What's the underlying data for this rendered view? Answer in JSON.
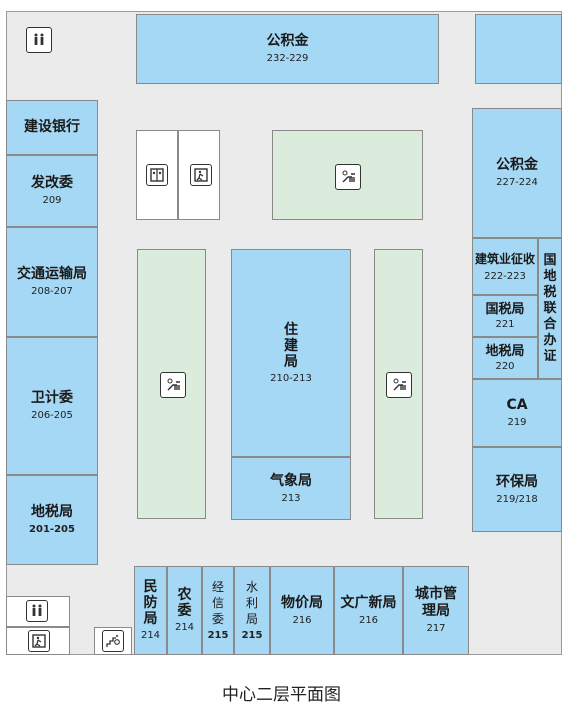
{
  "caption": "中心二层平面图",
  "rooms": {
    "gjj_top": {
      "name": "公积金",
      "num": "232-229"
    },
    "jsyh": {
      "name": "建设银行"
    },
    "fgw": {
      "name": "发改委",
      "num": "209"
    },
    "jtysj": {
      "name": "交通运输局",
      "num": "208-207"
    },
    "wjw": {
      "name": "卫计委",
      "num": "206-205"
    },
    "dsj_left": {
      "name": "地税局",
      "num": "201-205"
    },
    "zjj": {
      "name": "住建局",
      "num": "210-213"
    },
    "qxj": {
      "name": "气象局",
      "num": "213"
    },
    "gjj_right": {
      "name": "公积金",
      "num": "227-224"
    },
    "jzy": {
      "name": "建筑业征收",
      "num": "222-223"
    },
    "gsj": {
      "name": "国税局",
      "num": "221"
    },
    "dsj_right": {
      "name": "地税局",
      "num": "220"
    },
    "gdslh": {
      "name": "国地税联合办证"
    },
    "ca": {
      "name": "CA",
      "num": "219"
    },
    "hbj": {
      "name": "环保局",
      "num": "219/218"
    },
    "mzj": {
      "name": "民防局",
      "num": "214"
    },
    "nw": {
      "name": "农委",
      "num": "214"
    },
    "jxw": {
      "name": "经信委",
      "num": "215"
    },
    "slj": {
      "name": "水利局",
      "num": "215"
    },
    "wjj": {
      "name": "物价局",
      "num": "216"
    },
    "wgxwj": {
      "name": "文广新局",
      "num": "216"
    },
    "csglj": {
      "name": "城市管理局",
      "num": "217"
    }
  },
  "icons": [
    "restroom-icon",
    "elevator-icon",
    "stairs-exit-icon",
    "waiting-seats-icon",
    "wheelchair-stairs-icon"
  ]
}
